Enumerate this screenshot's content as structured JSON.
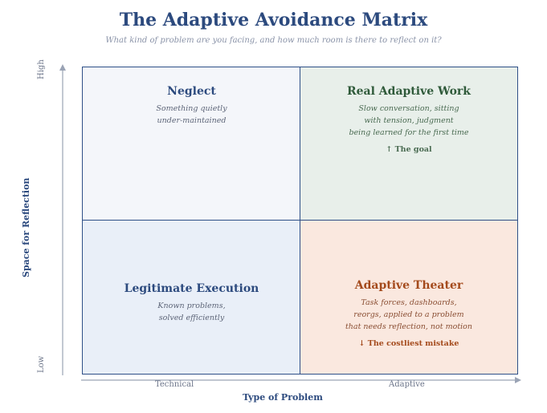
{
  "title": "The Adaptive Avoidance Matrix",
  "subtitle": "What kind of problem are you facing, and how much room is there to reflect on it?",
  "axes": {
    "y_title": "Space for Reflection",
    "y_high": "High",
    "y_low": "Low",
    "x_title": "Type of Problem",
    "x_left": "Technical",
    "x_right": "Adaptive"
  },
  "quadrants": {
    "top_left": {
      "title": "Neglect",
      "lines": [
        "Something quietly",
        "under-maintained"
      ]
    },
    "top_right": {
      "title": "Real Adaptive Work",
      "lines": [
        "Slow conversation, sitting",
        "with tension, judgment",
        "being learned for the first time"
      ],
      "note": "↑ The goal"
    },
    "bottom_left": {
      "title": "Legitimate Execution",
      "lines": [
        "Known problems,",
        "solved efficiently"
      ]
    },
    "bottom_right": {
      "title": "Adaptive Theater",
      "lines": [
        "Task forces, dashboards,",
        "reorgs, applied to a problem",
        "that needs reflection, not motion"
      ],
      "note": "↓ The costliest mistake"
    }
  },
  "colors": {
    "accent": "#2c4a7e",
    "goal_green": "#2f5a3a",
    "warning_orange": "#a44a1c",
    "grid_line": "#2e4f87"
  }
}
